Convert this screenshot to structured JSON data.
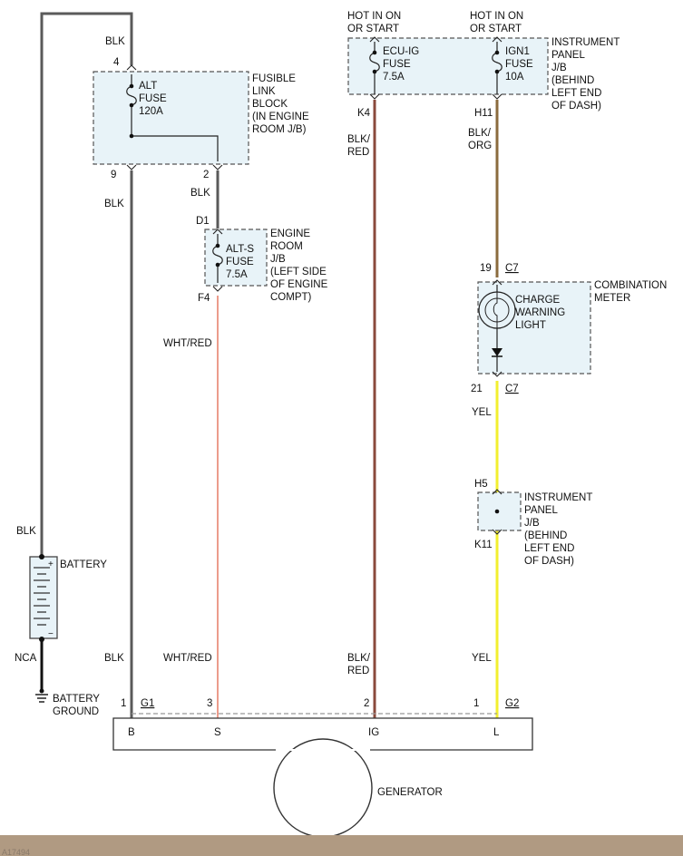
{
  "colors": {
    "blk": "#5a5a5a",
    "wht_red": "#e8836f",
    "blk_red": "#8a4a3c",
    "blk_org": "#8b6b3e",
    "yel": "#f2ef2f",
    "box_fill": "#e8f3f8",
    "footer": "#b09a82"
  },
  "hot_labels": {
    "ecu": [
      "HOT IN ON",
      "OR START"
    ],
    "ign": [
      "HOT IN ON",
      "OR START"
    ]
  },
  "fusible_link_block": {
    "pin_top": "4",
    "pin_b1": "9",
    "pin_b2": "2",
    "fuse": [
      "ALT",
      "FUSE",
      "120A"
    ],
    "label": [
      "FUSIBLE",
      "LINK",
      "BLOCK",
      "(IN ENGINE",
      "ROOM J/B)"
    ]
  },
  "engine_room_jb": {
    "pin_top": "D1",
    "pin_bottom": "F4",
    "fuse": [
      "ALT-S",
      "FUSE",
      "7.5A"
    ],
    "label": [
      "ENGINE",
      "ROOM",
      "J/B",
      "(LEFT SIDE",
      "OF ENGINE",
      "COMPT)"
    ]
  },
  "instrument_panel_jb_top": {
    "pin_ecu": "K4",
    "pin_ign": "H11",
    "fuse_ecu": [
      "ECU-IG",
      "FUSE",
      "7.5A"
    ],
    "fuse_ign": [
      "IGN1",
      "FUSE",
      "10A"
    ],
    "label": [
      "INSTRUMENT",
      "PANEL",
      "J/B",
      "(BEHIND",
      "LEFT END",
      "OF DASH)"
    ]
  },
  "combination_meter": {
    "pin_top": "19",
    "conn_top": "C7",
    "pin_bottom": "21",
    "conn_bottom": "C7",
    "light": [
      "CHARGE",
      "WARNING",
      "LIGHT"
    ],
    "label": [
      "COMBINATION",
      "METER"
    ]
  },
  "instrument_panel_jb_bottom": {
    "pin_top": "H5",
    "pin_bottom": "K11",
    "label": [
      "INSTRUMENT",
      "PANEL",
      "J/B",
      "(BEHIND",
      "LEFT END",
      "OF DASH)"
    ]
  },
  "wire_labels": {
    "blk_top_left": "BLK",
    "blk_after_link": "BLK",
    "blk_link_to_ers": "BLK",
    "blk_battery_top": "BLK",
    "nca": "NCA",
    "blk_bottom": "BLK",
    "wht_red_mid": "WHT/RED",
    "wht_red_bottom": "WHT/RED",
    "blk_red_mid": [
      "BLK/",
      "RED"
    ],
    "blk_red_bottom": [
      "BLK/",
      "RED"
    ],
    "blk_org": [
      "BLK/",
      "ORG"
    ],
    "yel_mid": "YEL",
    "yel_bottom": "YEL"
  },
  "battery": {
    "label": "BATTERY",
    "plus": "+",
    "minus": "−"
  },
  "ground": [
    "BATTERY",
    "GROUND"
  ],
  "generator": {
    "label": "GENERATOR",
    "pins": [
      "1",
      "3",
      "2",
      "1"
    ],
    "connectors": [
      "G1",
      "G2"
    ],
    "terminals": [
      "B",
      "S",
      "IG",
      "L"
    ]
  },
  "footer_code": "A17494"
}
